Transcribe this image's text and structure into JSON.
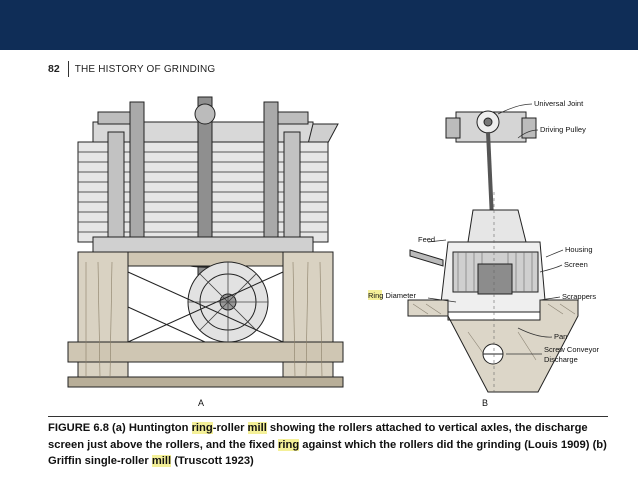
{
  "header": {
    "page_number": "82",
    "running_head": "THE HISTORY OF GRINDING"
  },
  "figure": {
    "label_a": "A",
    "label_b": "B",
    "callouts": {
      "universal_joint": "Universal Joint",
      "driving_pulley": "Driving Pulley",
      "feed": "Feed",
      "housing": "Housing",
      "screen": "Screen",
      "ring_diameter_hl": "Ring",
      "ring_diameter_rest": " Diameter",
      "scrappers": "Scrappers",
      "pan": "Pan",
      "screw_conveyor": "Screw Conveyor",
      "discharge": "Discharge"
    }
  },
  "caption": {
    "p1": "FIGURE 6.8 (a) Huntington ",
    "h1": "ring",
    "p2": "-roller ",
    "h2": "mill",
    "p3": " showing the rollers attached to vertical axles, the discharge screen just above the rollers, and the fixed ",
    "h3": "ring",
    "p4": " against which the rollers did the grinding (Louis 1909) (b) Griffin single-roller ",
    "h4": "mill",
    "p5": " (Truscott 1923)"
  },
  "colors": {
    "top_bar": "#0f2d57",
    "highlight": "#f4f098"
  }
}
